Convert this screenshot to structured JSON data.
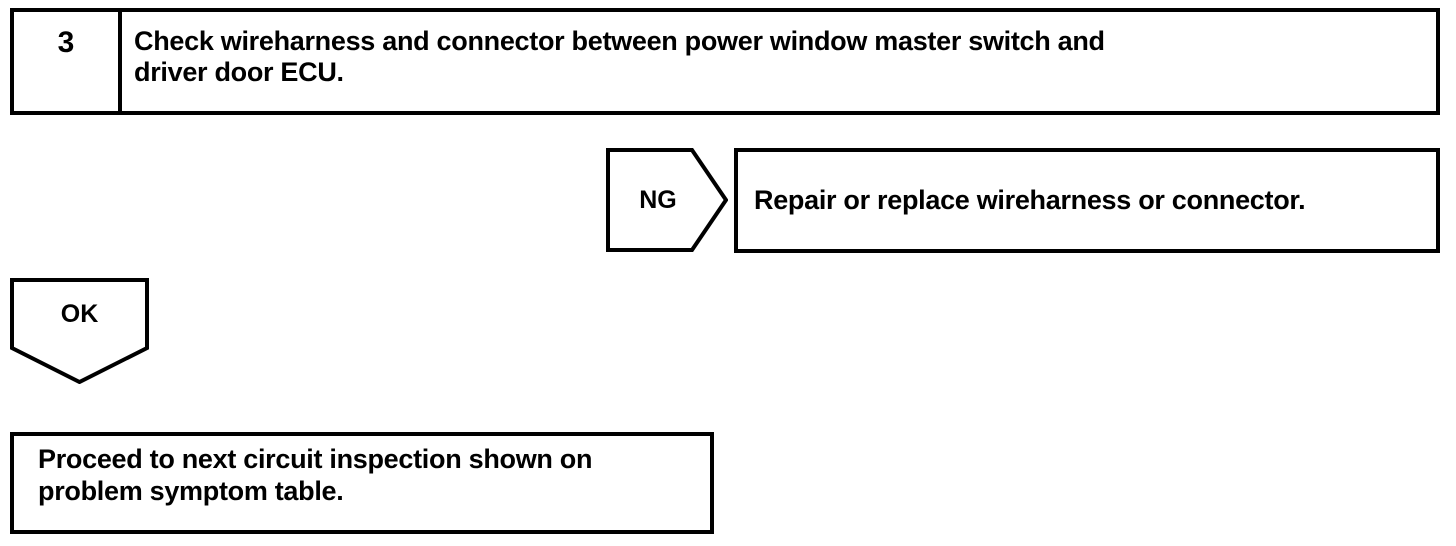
{
  "page": {
    "title": "Circuit Inspection Flowchart",
    "background_color": "#ffffff",
    "line_color": "#000000"
  },
  "step": {
    "number": "3",
    "instruction": "Check wireharness and connector between power window master switch and\ndriver door ECU."
  },
  "branches": {
    "ng": {
      "marker_label": "NG",
      "marker_shape": "right-pointing-pentagon",
      "result": "Repair or replace wireharness or connector."
    },
    "ok": {
      "marker_label": "OK",
      "marker_shape": "down-pointing-pentagon",
      "result": "Proceed to next circuit inspection shown on\nproblem symptom table."
    }
  }
}
